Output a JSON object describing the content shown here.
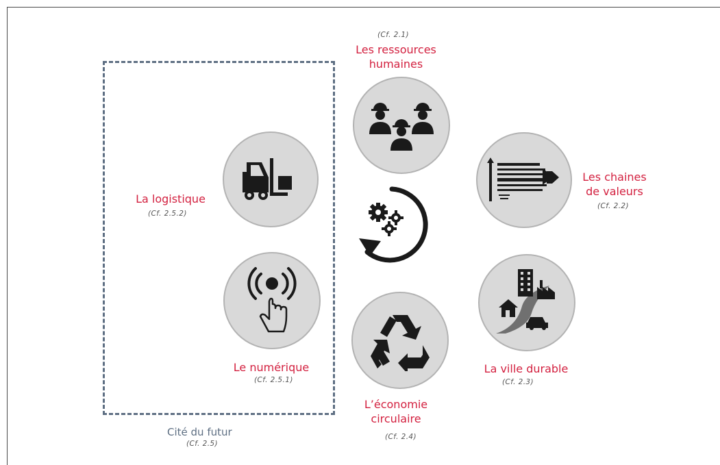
{
  "group": {
    "label": "Cité du futur",
    "ref": "(Cf. 2.5)"
  },
  "nodes": {
    "ressources": {
      "title_l1": "Les ressources",
      "title_l2": "humaines",
      "ref": "(Cf. 2.1)",
      "icon": "workers-icon"
    },
    "chaines": {
      "title_l1": "Les chaines",
      "title_l2": "de valeurs",
      "ref": "(Cf. 2.2)",
      "icon": "value-chain-icon"
    },
    "ville": {
      "title": "La ville durable",
      "ref": "(Cf. 2.3)",
      "icon": "city-icon"
    },
    "economie": {
      "title_l1": "L’économie",
      "title_l2": "circulaire",
      "ref": "(Cf. 2.4)",
      "icon": "recycle-icon"
    },
    "logistique": {
      "title": "La logistique",
      "ref": "(Cf. 2.5.2)",
      "icon": "forklift-icon"
    },
    "numerique": {
      "title": "Le numérique",
      "ref": "(Cf. 2.5.1)",
      "icon": "touch-signal-icon"
    }
  },
  "center": {
    "icon": "gears-cycle-icon"
  },
  "colors": {
    "title": "#d3203f",
    "group": "#5d6e82",
    "circle_fill": "#d9d9d9",
    "circle_border": "#b3b3b3",
    "icon": "#1a1a1a"
  }
}
